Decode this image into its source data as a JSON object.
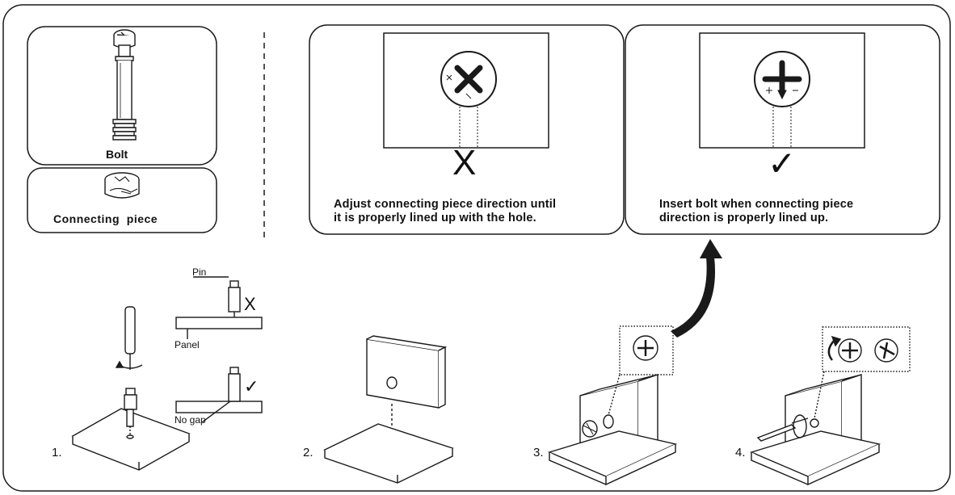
{
  "parts": {
    "bolt_label": "Bolt",
    "connecting_piece_label": "Connecting  piece"
  },
  "instructions": {
    "wrong_mark": "X",
    "wrong_text_line1": "Adjust connecting piece direction until",
    "wrong_text_line2": "it is properly lined up with the hole.",
    "right_mark": "✓",
    "right_text_line1": "Insert bolt when connecting piece",
    "right_text_line2": "direction is properly lined up."
  },
  "steps": {
    "step1": "1.",
    "step2": "2.",
    "step3": "3.",
    "step4": "4.",
    "pin_label": "Pin",
    "panel_label": "Panel",
    "no_gap_label": "No gap",
    "pin_wrong_mark": "X",
    "pin_right_mark": "✓"
  },
  "colors": {
    "line": "#1a1a1a",
    "background": "#ffffff"
  }
}
